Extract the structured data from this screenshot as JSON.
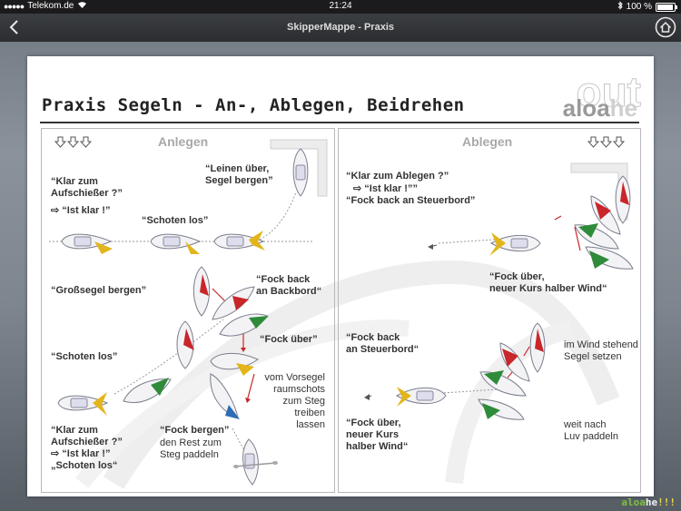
{
  "status": {
    "carrier": "Telekom.de",
    "time": "21:24",
    "battery": "100 %"
  },
  "nav": {
    "title": "SkipperMappe - Praxis"
  },
  "sheet": {
    "title": "Praxis Segeln - An-, Ablegen, Beidrehen",
    "logo_ghost": "out",
    "logo_main": "aloa",
    "logo_he": "he"
  },
  "anlegen": {
    "title": "Anlegen",
    "labels": {
      "l1": "“Leinen über,",
      "l1b": "Segel bergen”",
      "l2": "“Klar zum",
      "l2b": "Aufschießer ?”",
      "l3": "⇨  “Ist klar !”",
      "l4": "“Schoten los”",
      "l5": "“Großsegel bergen”",
      "l6": "“Fock back",
      "l6b": "an Backbord“",
      "l7": "“Fock über”",
      "l8": "“Schoten los”",
      "l9": "“Klar zum",
      "l9b": "Aufschießer ?”",
      "l9c": "⇨  “Ist klar !”",
      "l9d": "„Schoten los“",
      "l10": "“Fock bergen”"
    },
    "notes": {
      "n1a": "vom Vorsegel",
      "n1b": "raumschots",
      "n1c": "zum Steg",
      "n1d": "treiben",
      "n1e": "lassen",
      "n2a": "den Rest zum",
      "n2b": "Steg paddeln"
    }
  },
  "ablegen": {
    "title": "Ablegen",
    "labels": {
      "a1": "“Klar zum Ablegen ?”",
      "a2": "⇨  “Ist klar !””",
      "a3": "“Fock back an Steuerbord”",
      "a4": "“Fock über,",
      "a4b": "neuer Kurs halber Wind“",
      "a5": "“Fock back",
      "a5b": "an Steuerbord“",
      "a6": "“Fock über,",
      "a6b": "neuer Kurs",
      "a6c": "halber Wind“"
    },
    "notes": {
      "b1a": "im Wind stehend",
      "b1b": "Segel setzen",
      "b2a": "weit nach",
      "b2b": "Luv paddeln"
    }
  },
  "brand": {
    "a": "aloa",
    "b": "he",
    "c": "!!!"
  },
  "colors": {
    "jib_yellow": "#e3b51c",
    "sail_red": "#c8262a",
    "sail_green": "#2e8b3a",
    "sail_blue": "#2f6db5"
  }
}
